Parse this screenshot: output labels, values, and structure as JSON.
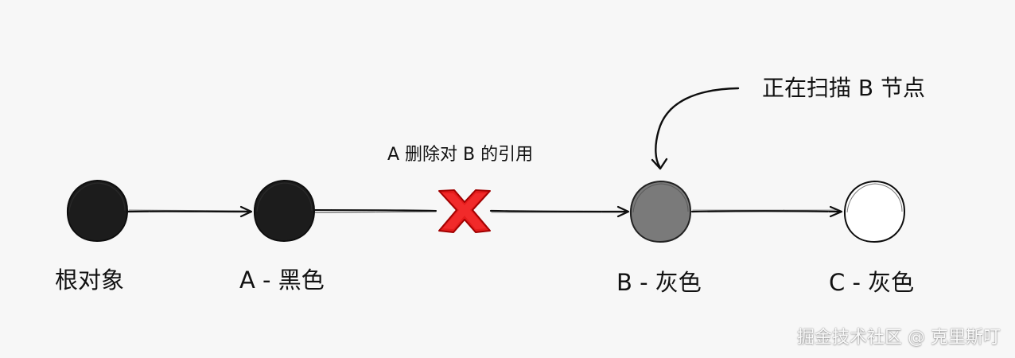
{
  "diagram": {
    "labels": {
      "root": "根对象",
      "a": "A - 黑色",
      "b": "B - 灰色",
      "c": "C - 灰色",
      "delete_ref": "A 删除对 B 的引用",
      "scanning": "正在扫描 B 节点"
    },
    "colors": {
      "background": "#f7f7f7",
      "black_node": "#1f1f1f",
      "gray_node": "#7a7a7a",
      "white_node": "#ffffff",
      "stroke": "#111111",
      "cross_red": "#e51f1f"
    }
  },
  "watermark": {
    "text": "掘金技术社区 @ 克里斯叮"
  }
}
